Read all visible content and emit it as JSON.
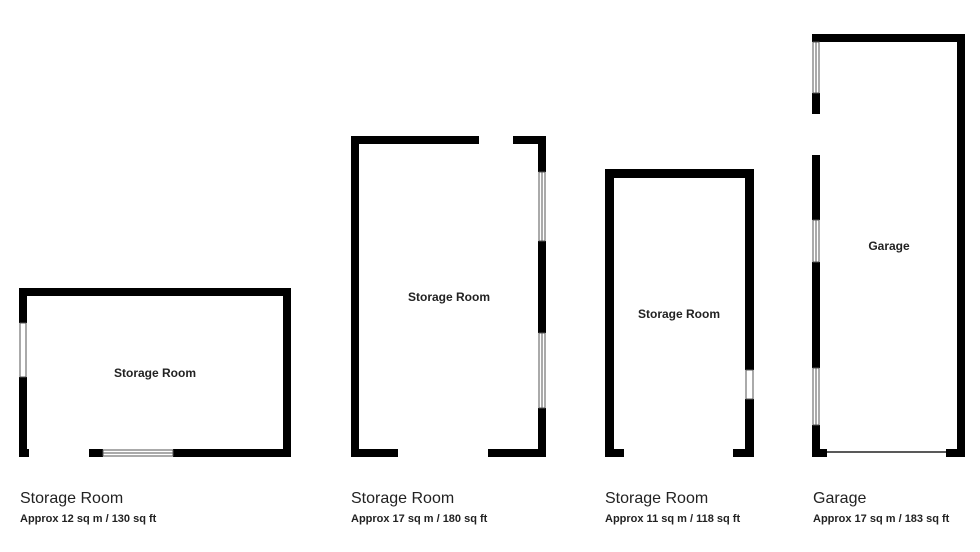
{
  "floorplan": {
    "colors": {
      "wall": "#000000",
      "background": "#ffffff",
      "window_edge": "#555555"
    },
    "rooms": [
      {
        "label": "Storage Room",
        "caption_name": "Storage Room",
        "caption_area": "Approx 12 sq m / 130 sq ft"
      },
      {
        "label": "Storage Room",
        "caption_name": "Storage Room",
        "caption_area": "Approx 17 sq m / 180 sq ft"
      },
      {
        "label": "Storage Room",
        "caption_name": "Storage Room",
        "caption_area": "Approx 11 sq m / 118 sq ft"
      },
      {
        "label": "Garage",
        "caption_name": "Garage",
        "caption_area": "Approx 17 sq m / 183 sq ft"
      }
    ]
  }
}
